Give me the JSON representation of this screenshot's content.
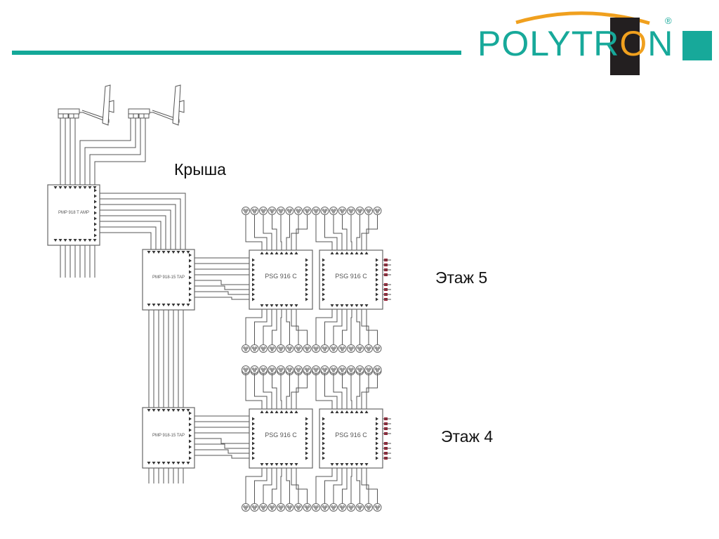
{
  "brand": {
    "logo_text": "POLYTRON",
    "logo_prefix": "POLYTR",
    "logo_o": "O",
    "logo_suffix": "N",
    "registered": "®",
    "accent": "#17a99a",
    "orange": "#f0a01e"
  },
  "labels": {
    "roof": "Крыша",
    "floor5": "Этаж 5",
    "floor4": "Этаж 4"
  },
  "devices": {
    "amp": "PMP 918 T AMP",
    "tap_top": "PMP 918-15 TAP",
    "tap_bottom": "PMP 918-15 TAP",
    "switch_5a": "PSG 916 C",
    "switch_5b": "PSG 916 C",
    "switch_4a": "PSG 916 C",
    "switch_4b": "PSG 916 C"
  }
}
